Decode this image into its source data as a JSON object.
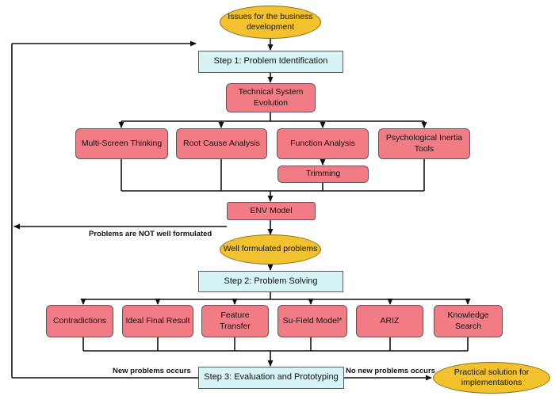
{
  "flowchart": {
    "start": "Issues for the business development",
    "step1": "Step 1: Problem Identification",
    "tech_evolution": "Technical System Evolution",
    "multi_screen": "Multi-Screen Thinking",
    "root_cause": "Root Cause Analysis",
    "function_analysis": "Function Analysis",
    "psych_inertia": "Psychological Inertia Tools",
    "trimming": "Trimming",
    "env_model": "ENV Model",
    "not_well_label": "Problems are NOT well formulated",
    "well_formulated": "Well formulated problems",
    "step2": "Step 2: Problem Solving",
    "contradictions": "Contradictions",
    "ideal_final_result": "Ideal Final Result",
    "feature_transfer": "Feature Transfer",
    "su_field": "Su-Field Model*",
    "ariz": "ARIZ",
    "knowledge_search": "Knowledge Search",
    "new_problems_label": "New problems occurs",
    "no_new_problems_label": "No new problems occurs",
    "step3": "Step 3: Evaluation and Prototyping",
    "practical_solution": "Practical solution for implementations"
  },
  "colors": {
    "step_fill": "#d6f3f6",
    "process_fill": "#f17c86",
    "terminal_fill": "#f2c12e",
    "line": "#111111"
  }
}
